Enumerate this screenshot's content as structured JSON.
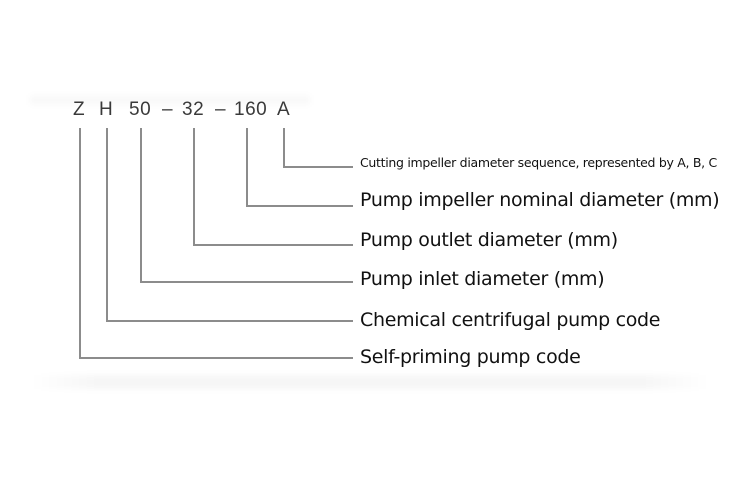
{
  "diagram": {
    "type": "model-code-breakdown",
    "model_code_parts": [
      {
        "id": "z",
        "text": "Z"
      },
      {
        "id": "h",
        "text": "H"
      },
      {
        "id": "inlet",
        "text": "50"
      },
      {
        "id": "dash1",
        "text": "–"
      },
      {
        "id": "outlet",
        "text": "32"
      },
      {
        "id": "dash2",
        "text": "–"
      },
      {
        "id": "impeller",
        "text": "160"
      },
      {
        "id": "cut",
        "text": "A"
      }
    ],
    "labels": {
      "cut": "Cutting impeller diameter sequence, represented by A, B, C",
      "impeller": "Pump impeller nominal diameter (mm)",
      "outlet": "Pump outlet diameter (mm)",
      "inlet": "Pump inlet diameter (mm)",
      "h": "Chemical centrifugal pump code",
      "z": "Self-priming pump code"
    },
    "colors": {
      "line": "#8c8c8c",
      "code_text": "#3a3a3a",
      "label_text": "#111111",
      "background": "#ffffff"
    }
  }
}
